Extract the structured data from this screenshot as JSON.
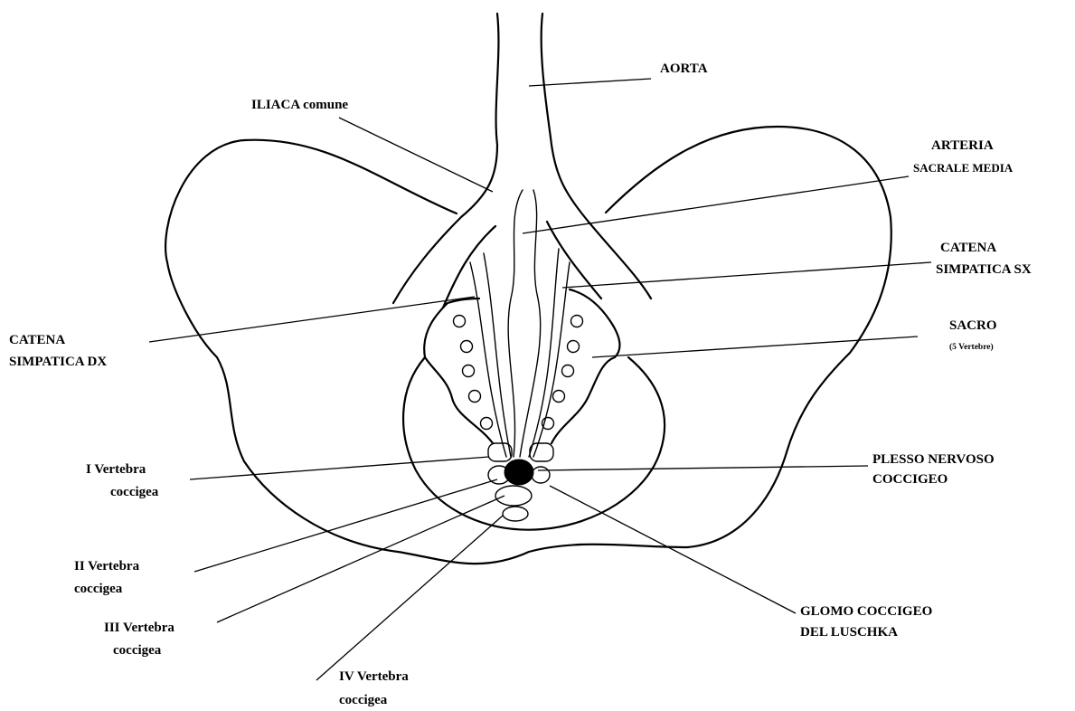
{
  "labels": {
    "aorta": "AORTA",
    "iliaca": "ILIACA comune",
    "arteria_l1": "ARTERIA",
    "arteria_l2": "SACRALE MEDIA",
    "catena_sx_l1": "CATENA",
    "catena_sx_l2": "SIMPATICA SX",
    "catena_dx_l1": "CATENA",
    "catena_dx_l2": "SIMPATICA DX",
    "sacro_l1": "SACRO",
    "sacro_l2": "(5 Vertebre)",
    "plesso_l1": "PLESSO NERVOSO",
    "plesso_l2": "COCCIGEO",
    "glomo_l1": "GLOMO COCCIGEO",
    "glomo_l2": "DEL LUSCHKA",
    "v1_l1": "I Vertebra",
    "v1_l2": "coccigea",
    "v2_l1": "II Vertebra",
    "v2_l2": "coccigea",
    "v3_l1": "III Vertebra",
    "v3_l2": "coccigea",
    "v4_l1": "IV Vertebra",
    "v4_l2": "coccigea"
  }
}
